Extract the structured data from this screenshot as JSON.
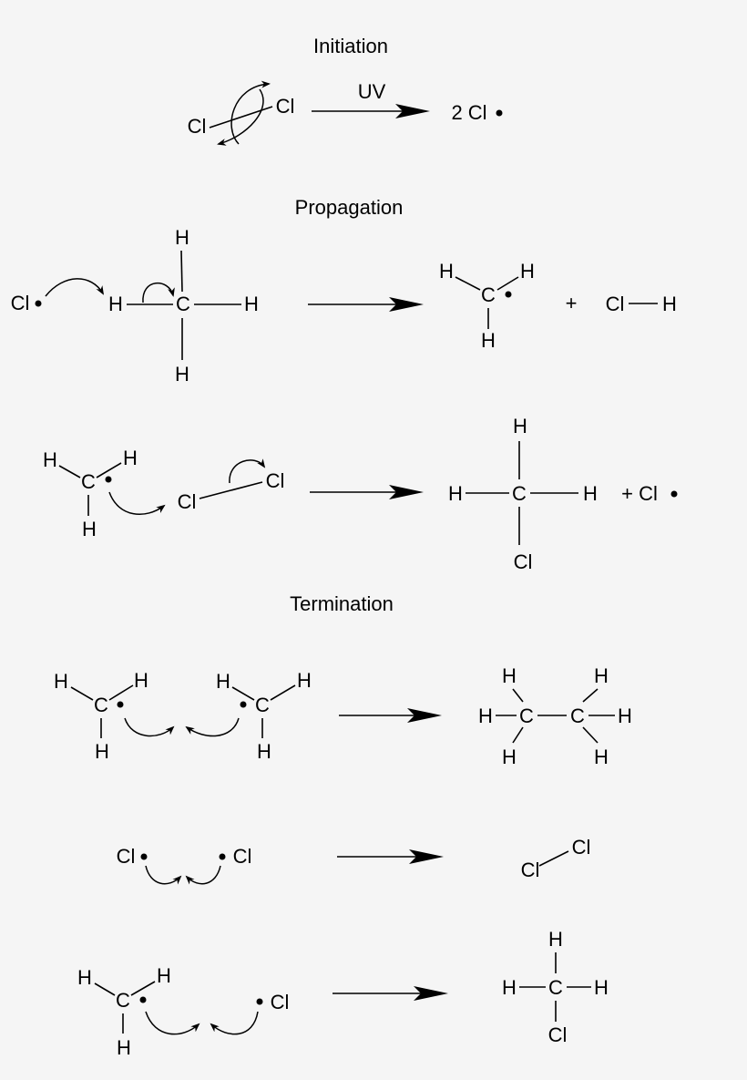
{
  "sections": {
    "initiation": "Initiation",
    "propagation": "Propagation",
    "termination": "Termination"
  },
  "initiation": {
    "reactant": [
      "Cl",
      "Cl"
    ],
    "condition": "UV",
    "product": "2 Cl"
  },
  "propagation1": {
    "radical": "Cl",
    "methane": [
      "H",
      "C",
      "H",
      "H",
      "H"
    ],
    "methyl": [
      "H",
      "C",
      "H",
      "H"
    ],
    "plus": "+",
    "hcl": [
      "Cl",
      "H"
    ]
  },
  "propagation2": {
    "methyl": [
      "H",
      "C",
      "H",
      "H"
    ],
    "cl2": [
      "Cl",
      "Cl"
    ],
    "chloromethane": [
      "H",
      "C",
      "H",
      "H",
      "Cl"
    ],
    "plus": "+ Cl"
  },
  "termination1": {
    "methyl_a": [
      "H",
      "C",
      "H",
      "H"
    ],
    "methyl_b": [
      "H",
      "C",
      "H",
      "H"
    ],
    "ethane": [
      "H",
      "C",
      "C",
      "H",
      "H",
      "H",
      "H",
      "H"
    ]
  },
  "termination2": {
    "radicals": [
      "Cl",
      "Cl"
    ],
    "cl2": [
      "Cl",
      "Cl"
    ]
  },
  "termination3": {
    "methyl": [
      "H",
      "C",
      "H",
      "H"
    ],
    "radical": "Cl",
    "chloromethane": [
      "H",
      "C",
      "H",
      "H",
      "Cl"
    ]
  }
}
